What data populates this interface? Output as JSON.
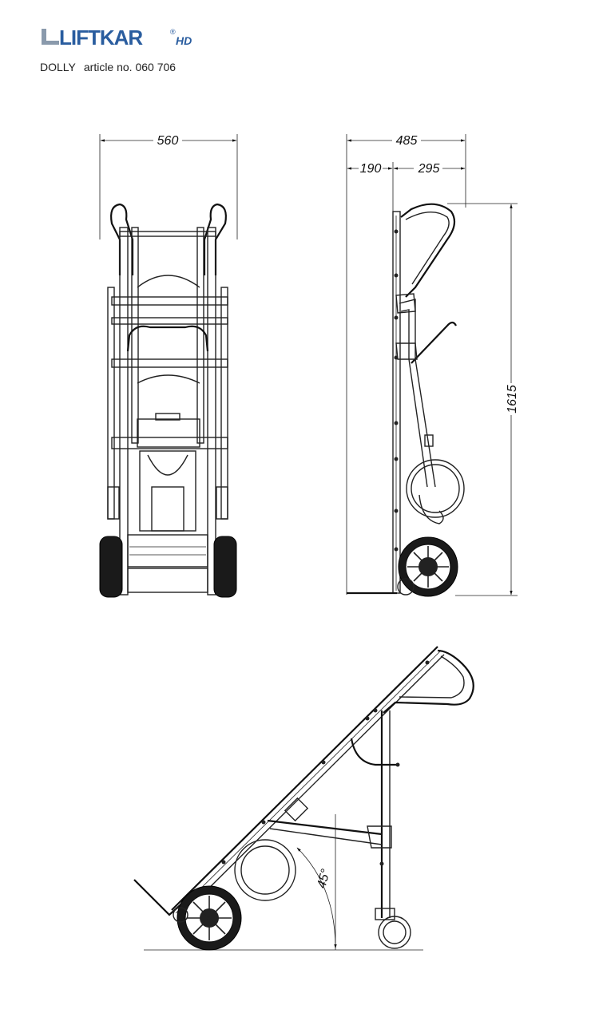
{
  "brand": {
    "name": "LIFTKAR",
    "suffix": "HD",
    "mark": "®",
    "primary_color": "#2a5d9f",
    "secondary_color": "#8a9aac"
  },
  "product": {
    "name": "DOLLY",
    "article_text": "article no. 060 706"
  },
  "dimensions": {
    "width": "560",
    "depth_total": "485",
    "depth_front": "190",
    "depth_rear": "295",
    "height": "1615",
    "angle": "45°"
  }
}
